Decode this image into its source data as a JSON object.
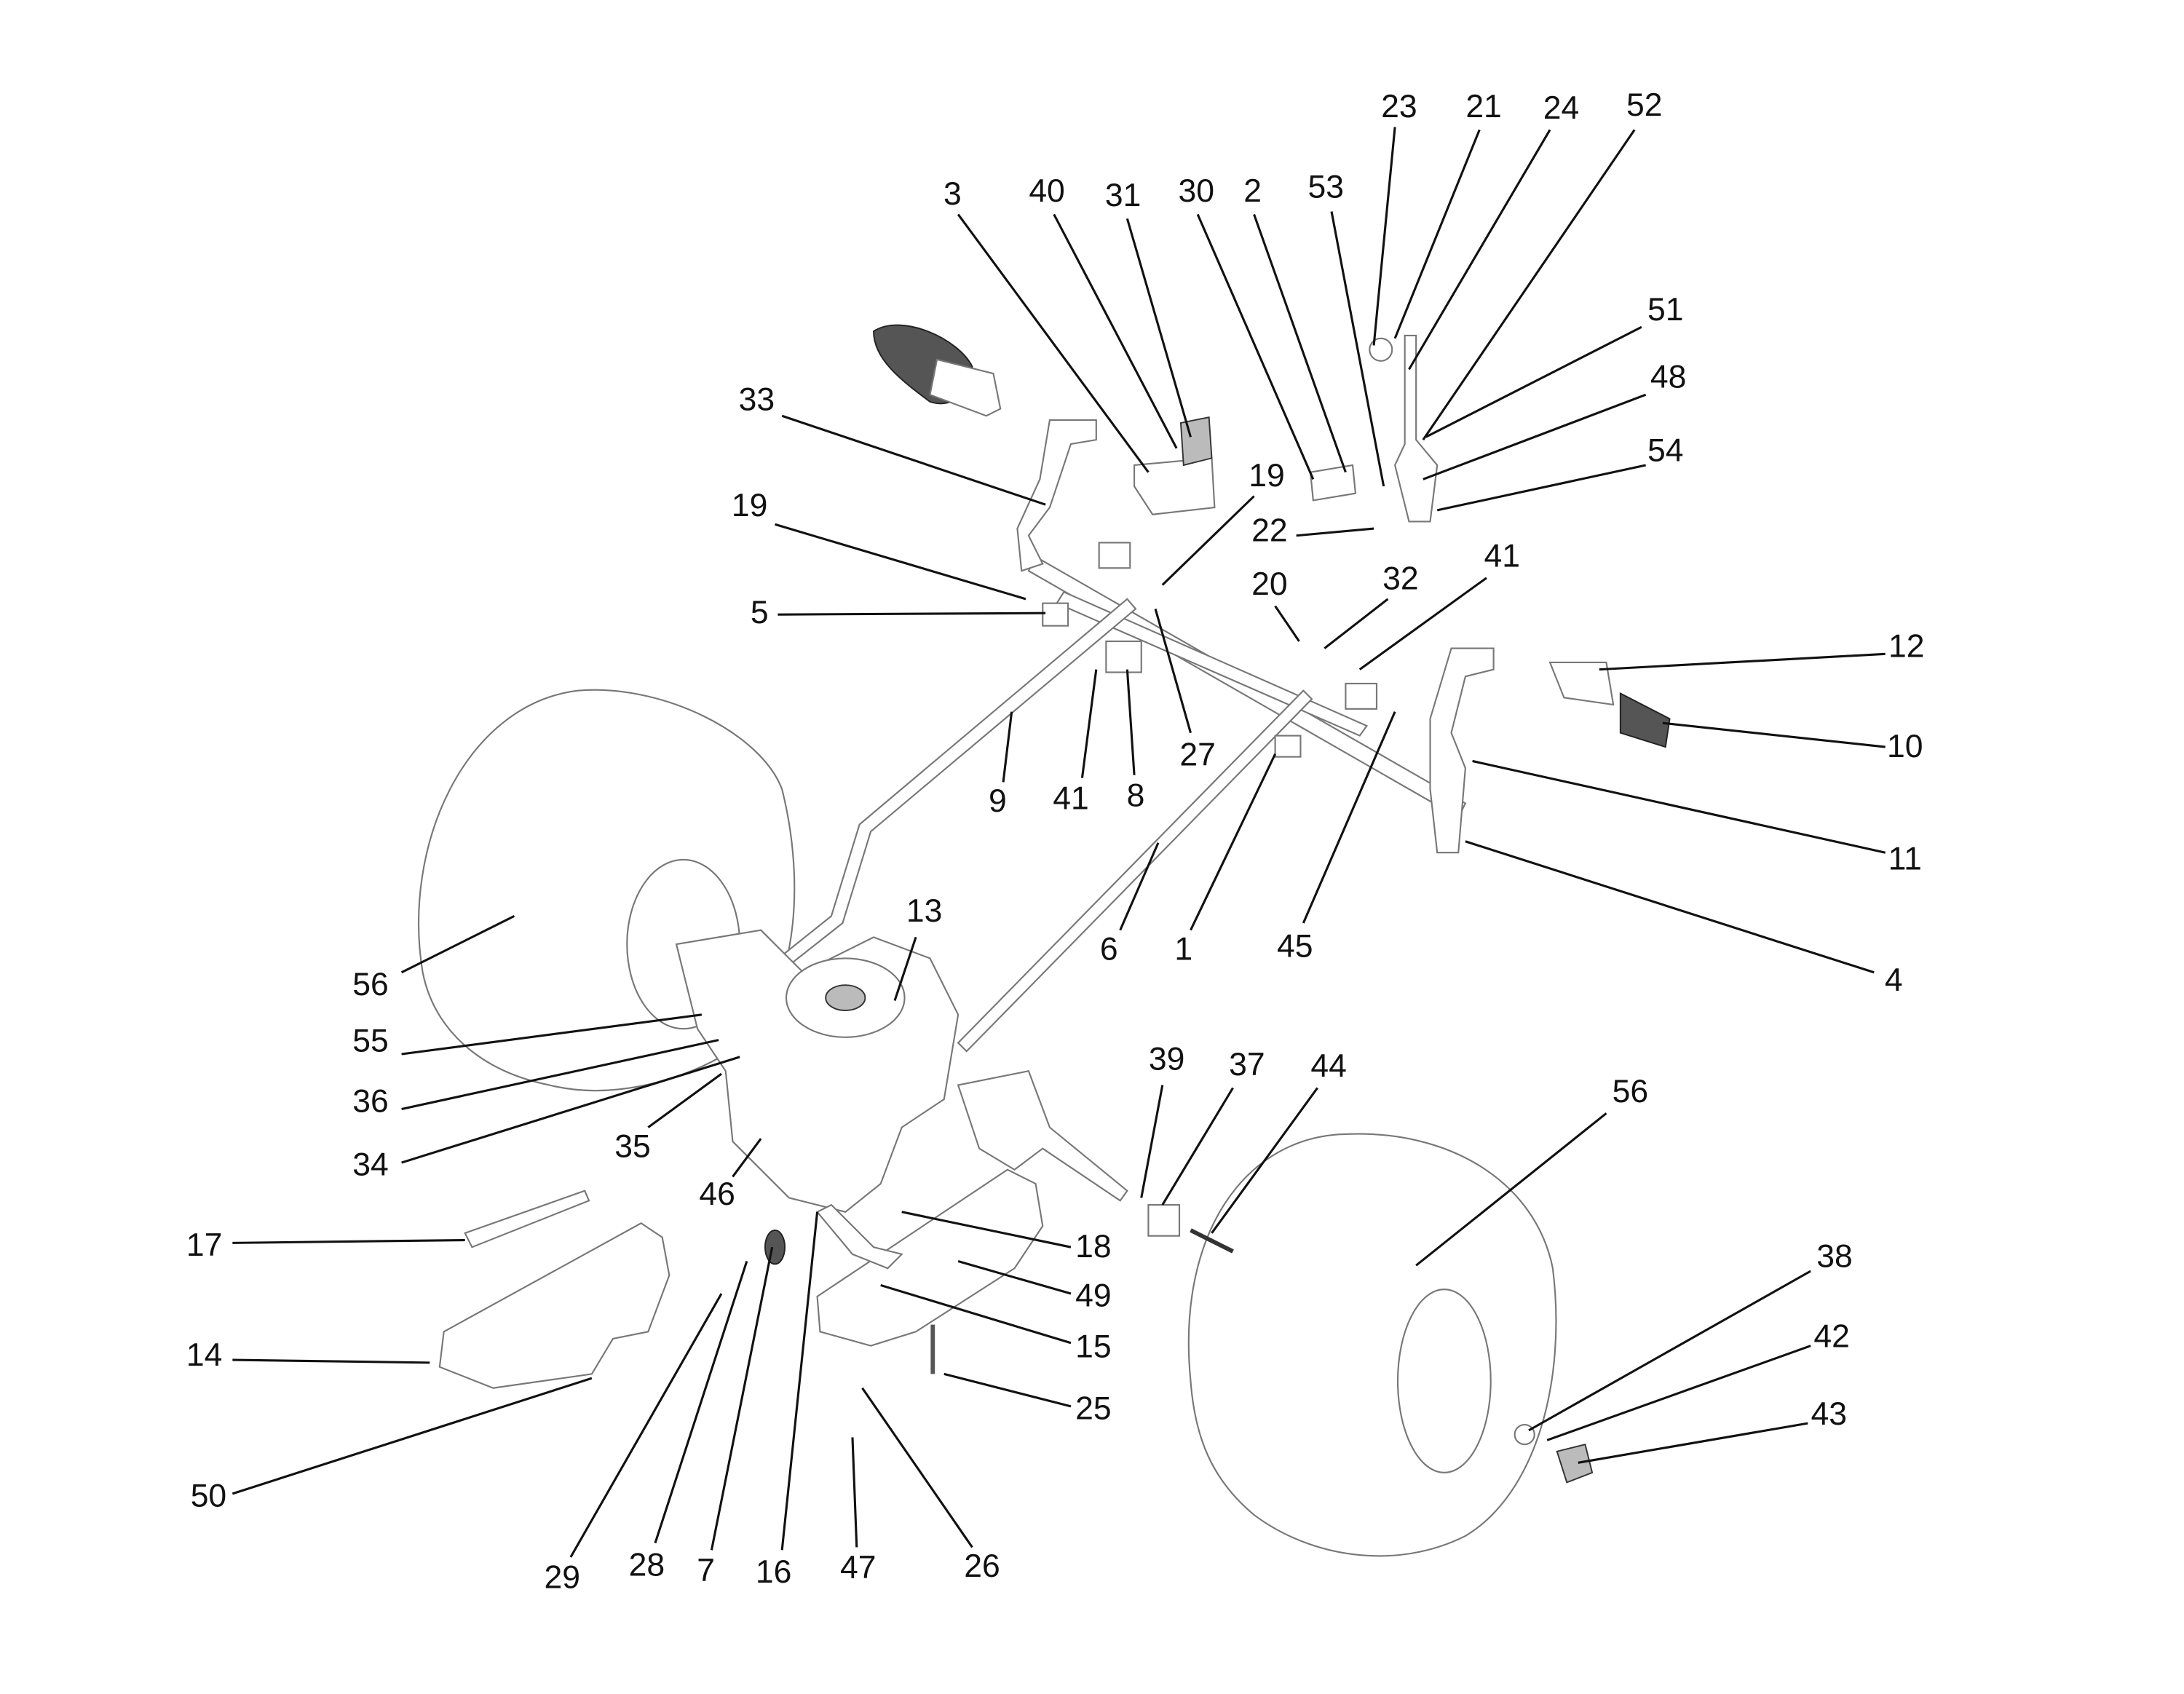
{
  "diagram": {
    "type": "exploded parts diagram",
    "callouts": [
      "23",
      "21",
      "24",
      "52",
      "3",
      "40",
      "31",
      "30",
      "2",
      "53",
      "51",
      "48",
      "54",
      "33",
      "19",
      "22",
      "19",
      "5",
      "20",
      "32",
      "41",
      "12",
      "10",
      "11",
      "4",
      "27",
      "8",
      "41",
      "9",
      "6",
      "1",
      "45",
      "13",
      "56",
      "55",
      "36",
      "34",
      "35",
      "46",
      "39",
      "37",
      "44",
      "56",
      "17",
      "18",
      "49",
      "15",
      "14",
      "50",
      "25",
      "38",
      "42",
      "43",
      "29",
      "28",
      "7",
      "16",
      "47",
      "26"
    ],
    "colors": {
      "line": "#111111",
      "part_outline": "#777777"
    }
  }
}
